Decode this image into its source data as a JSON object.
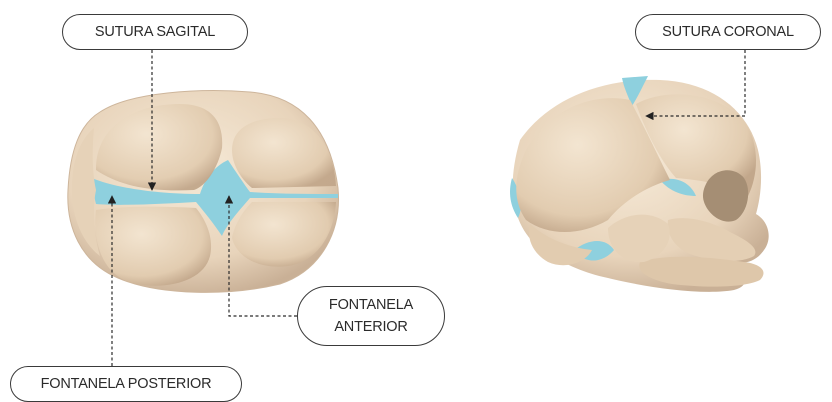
{
  "labels": {
    "sutura_sagital": "SUTURA SAGITAL",
    "sutura_coronal": "SUTURA CORONAL",
    "fontanela_anterior_line1": "FONTANELA",
    "fontanela_anterior_line2": "ANTERIOR",
    "fontanela_posterior": "FONTANELA POSTERIOR"
  },
  "colors": {
    "bone": "#eddcc6",
    "bone_shadow": "#c9b096",
    "fontanelle": "#8ed0de",
    "line": "#2b2b2b"
  }
}
